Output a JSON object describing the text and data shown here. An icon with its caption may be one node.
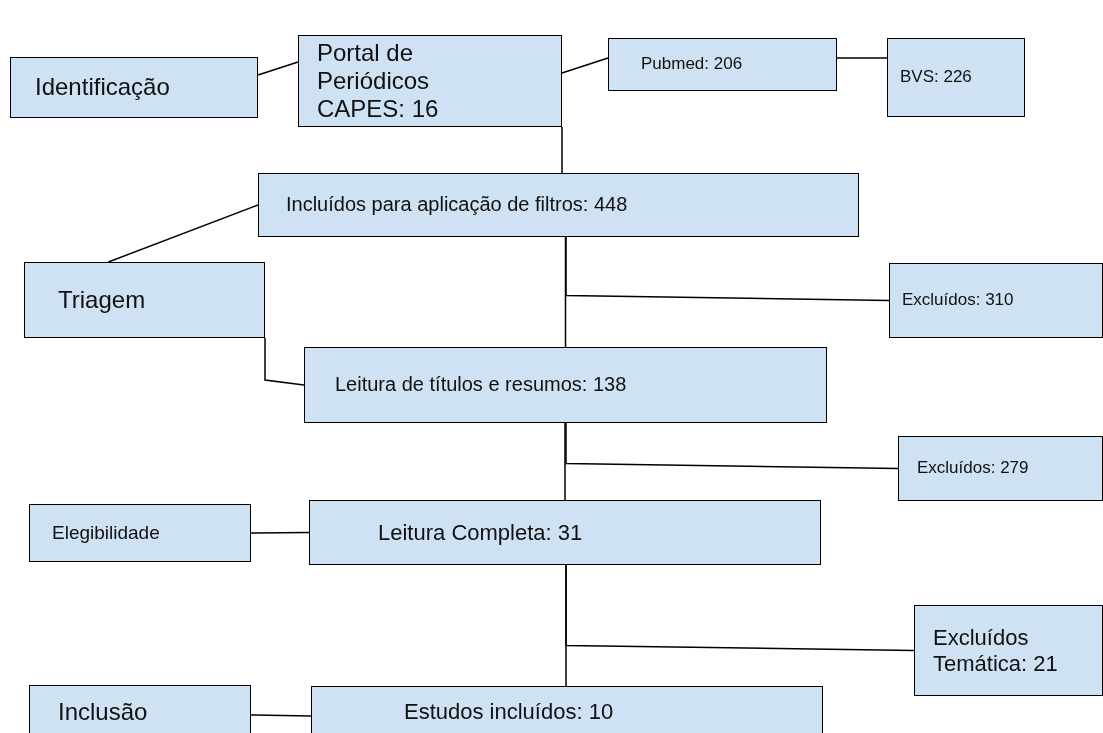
{
  "diagram": {
    "nodes": [
      {
        "text": [
          "Identificação"
        ]
      },
      {
        "text": [
          "Portal de Periódicos CAPES: 16"
        ]
      },
      {
        "text": [
          "Pubmed: 206"
        ]
      },
      {
        "text": [
          "BVS: 226"
        ]
      },
      {
        "text": [
          "Incluídos para aplicação de filtros: 448"
        ]
      },
      {
        "text": [
          "Triagem"
        ]
      },
      {
        "text": [
          "Excluídos: 310"
        ]
      },
      {
        "text": [
          "Leitura de títulos e resumos: 138"
        ]
      },
      {
        "text": [
          "Excluídos: 279"
        ]
      },
      {
        "text": [
          "Elegibilidade"
        ]
      },
      {
        "text": [
          "Leitura Completa: 31"
        ]
      },
      {
        "text": [
          "Excluídos Temática: 21"
        ]
      },
      {
        "text": [
          "Inclusão"
        ]
      },
      {
        "text": [
          "Estudos incluídos: 10"
        ]
      }
    ],
    "edges": [
      {
        "from": 0,
        "to": 1,
        "arrow": "none"
      },
      {
        "from": 1,
        "to": 2,
        "arrow": "none"
      },
      {
        "from": 2,
        "to": 3,
        "arrow": "none"
      },
      {
        "from": 1,
        "to": 4,
        "arrow": "none"
      },
      {
        "from": 5,
        "to": 4,
        "arrow": "none"
      },
      {
        "from": 5,
        "to": 7,
        "arrow": "none"
      },
      {
        "from": 4,
        "to": 7,
        "arrow": "none"
      },
      {
        "from": 4,
        "to": 6,
        "arrow": "none"
      },
      {
        "from": 7,
        "to": 10,
        "arrow": "none"
      },
      {
        "from": 7,
        "to": 8,
        "arrow": "none"
      },
      {
        "from": 9,
        "to": 10,
        "arrow": "none"
      },
      {
        "from": 10,
        "to": 13,
        "arrow": "none"
      },
      {
        "from": 10,
        "to": 11,
        "arrow": "none"
      },
      {
        "from": 12,
        "to": 13,
        "arrow": "none"
      }
    ]
  }
}
